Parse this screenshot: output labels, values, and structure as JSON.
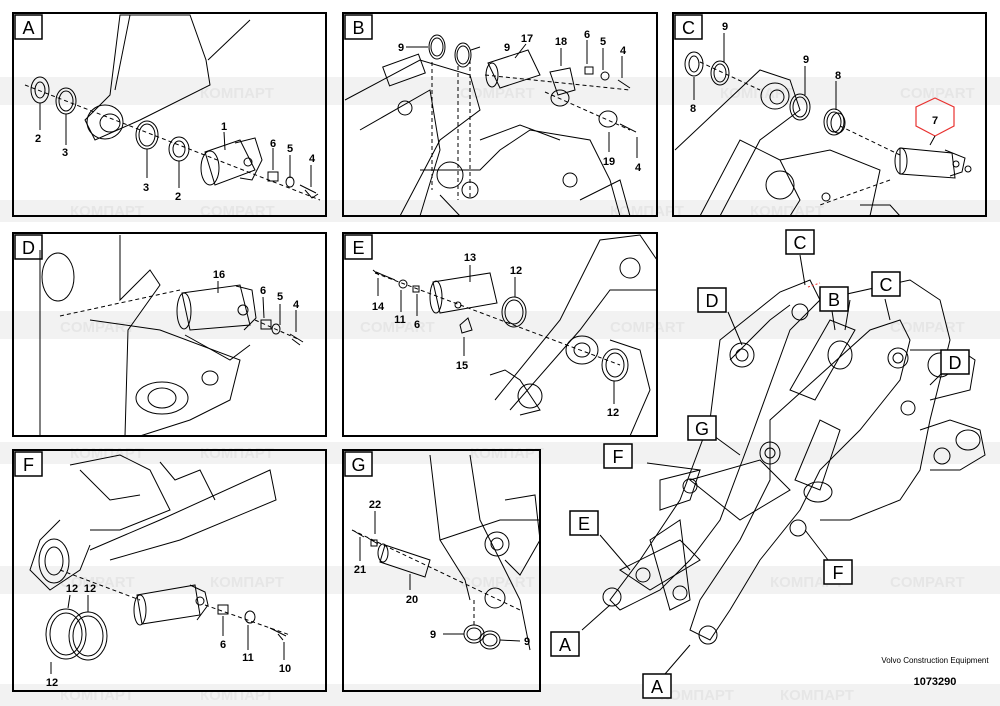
{
  "watermark": {
    "text_latin": "COMPART",
    "text_cyrillic": "КОМПАРТ",
    "color": "#dcdcdc"
  },
  "panels": [
    {
      "id": "A",
      "letter": "A",
      "labels": [
        "1",
        "2",
        "3",
        "3",
        "2",
        "6",
        "5",
        "4"
      ]
    },
    {
      "id": "B",
      "letter": "B",
      "labels": [
        "9",
        "9",
        "17",
        "18",
        "6",
        "5",
        "4",
        "19",
        "4"
      ]
    },
    {
      "id": "C",
      "letter": "C",
      "labels": [
        "9",
        "9",
        "8",
        "8",
        "7"
      ]
    },
    {
      "id": "D",
      "letter": "D",
      "labels": [
        "16",
        "6",
        "5",
        "4"
      ]
    },
    {
      "id": "E",
      "letter": "E",
      "labels": [
        "13",
        "12",
        "14",
        "11",
        "6",
        "15",
        "12"
      ]
    },
    {
      "id": "F",
      "letter": "F",
      "labels": [
        "12",
        "12",
        "6",
        "11",
        "10"
      ]
    },
    {
      "id": "G",
      "letter": "G",
      "labels": [
        "22",
        "21",
        "20",
        "9",
        "9"
      ]
    }
  ],
  "overview": {
    "callouts": [
      "C",
      "D",
      "B",
      "C",
      "D",
      "G",
      "F",
      "E",
      "F",
      "A",
      "A"
    ]
  },
  "footer": {
    "brand": "Volvo Construction Equipment",
    "code": "1073290"
  }
}
